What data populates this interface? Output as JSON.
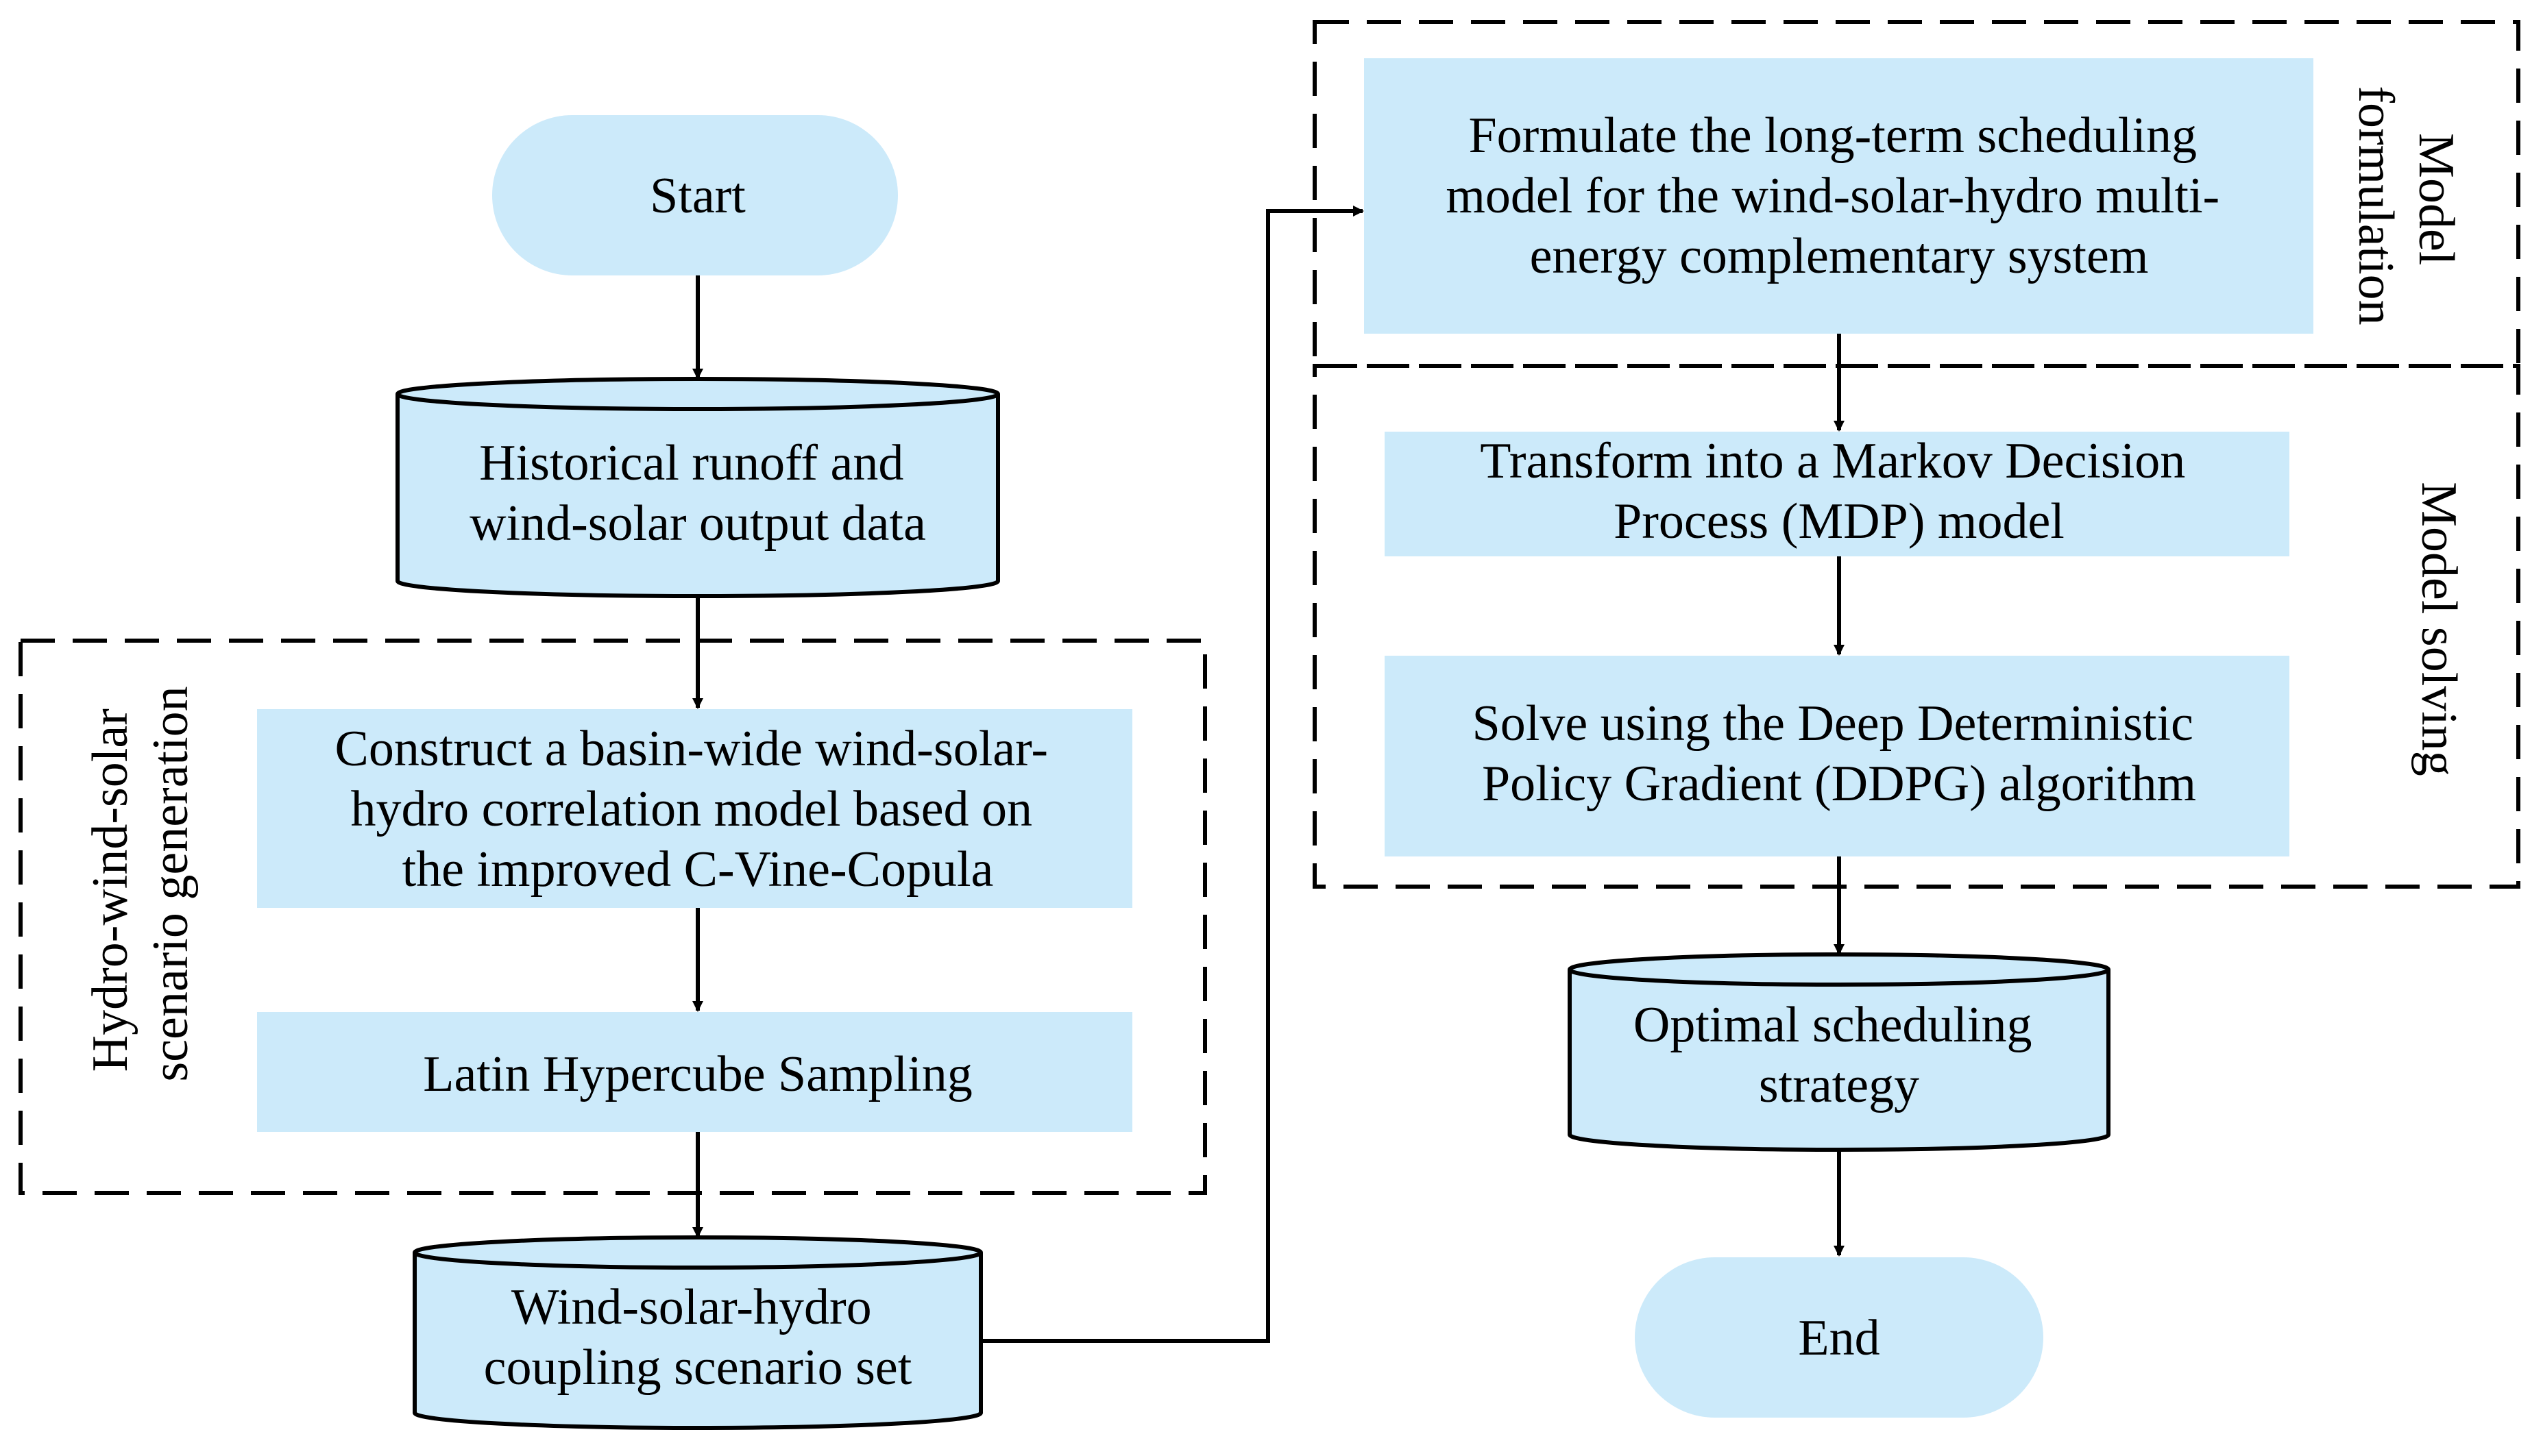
{
  "colors": {
    "fill": "#cceafa",
    "stroke": "#000000",
    "background": "#ffffff"
  },
  "nodes": {
    "start": "Start",
    "historical_data": [
      "Historical runoff and",
      "wind-solar output data"
    ],
    "correlation_model": [
      "Construct a basin-wide wind-solar-",
      "hydro correlation model based on",
      "the improved C-Vine-Copula"
    ],
    "lhs": "Latin Hypercube Sampling",
    "scenario_set": [
      "Wind-solar-hydro",
      "coupling scenario set"
    ],
    "formulate": [
      "Formulate the long-term scheduling",
      "model for the wind-solar-hydro multi-",
      "energy complementary system"
    ],
    "mdp": [
      "Transform into a Markov Decision",
      "Process (MDP) model"
    ],
    "ddpg": [
      "Solve using the Deep Deterministic",
      "Policy Gradient (DDPG) algorithm"
    ],
    "optimal": [
      "Optimal scheduling",
      "strategy"
    ],
    "end": "End"
  },
  "groups": {
    "scenario_generation": [
      "Hydro-wind-solar",
      "scenario generation"
    ],
    "model_formulation": [
      "Model",
      "formulation"
    ],
    "model_solving": "Model solving"
  }
}
